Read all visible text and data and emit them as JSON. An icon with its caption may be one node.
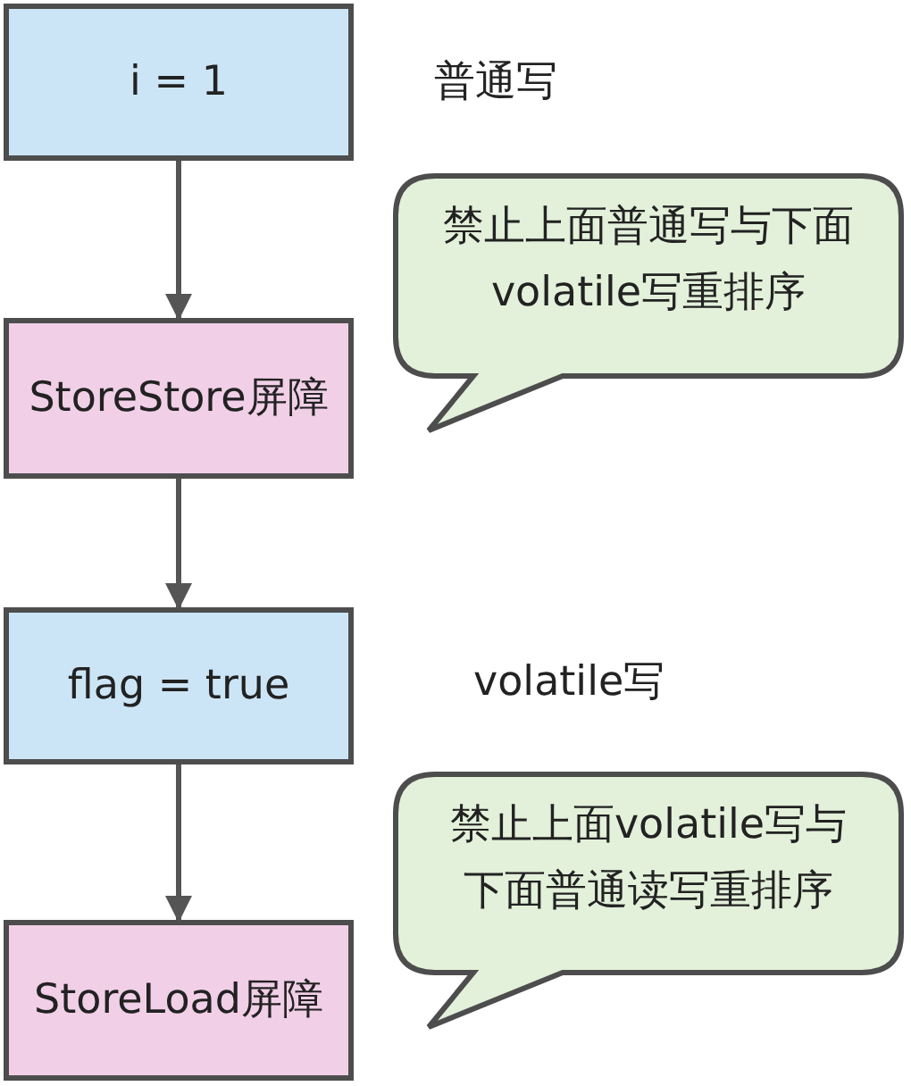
{
  "diagram": {
    "nodes": [
      {
        "text": [
          "i = 1"
        ]
      },
      {
        "text": [
          "StoreStore屏障"
        ]
      },
      {
        "text": [
          "flag = true"
        ]
      },
      {
        "text": [
          "StoreLoad屏障"
        ]
      },
      {
        "text": [
          "禁止上面普通写与下面volatile写重排序"
        ]
      },
      {
        "text": [
          "禁止上面volatile写与下面普通读写重排序"
        ]
      }
    ],
    "edges": [
      {
        "from": 0,
        "to": 1,
        "arrow": "to"
      },
      {
        "from": 1,
        "to": 2,
        "arrow": "to"
      },
      {
        "from": 2,
        "to": 3,
        "arrow": "to"
      }
    ],
    "labels": [
      "普通写",
      "volatile写"
    ]
  }
}
